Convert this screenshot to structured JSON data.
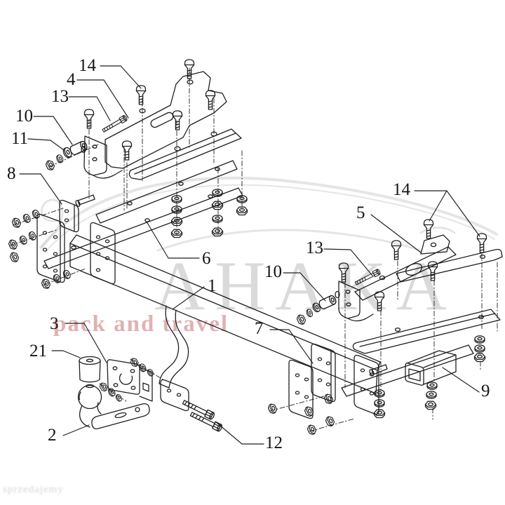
{
  "diagram": {
    "kind": "exploded-parts-technical-drawing",
    "subject": "tow bar mounting kit",
    "line_color": "#1f1f1f",
    "background": "#ffffff"
  },
  "watermarks": {
    "brand": "AHAKA",
    "brand_color": "#d4d4d4",
    "tagline": "pack and travel",
    "tagline_color": "#cf8282",
    "corner": "sprzedajemy"
  },
  "visible_part_numbers": [
    "1",
    "2",
    "3",
    "4",
    "5",
    "6",
    "7",
    "8",
    "9",
    "10",
    "11",
    "12",
    "13",
    "14",
    "21"
  ],
  "parts": [
    {
      "num": "14"
    },
    {
      "num": "4"
    },
    {
      "num": "13"
    },
    {
      "num": "10"
    },
    {
      "num": "11"
    },
    {
      "num": "8"
    },
    {
      "num": "6"
    },
    {
      "num": "1"
    },
    {
      "num": "3"
    },
    {
      "num": "21"
    },
    {
      "num": "2"
    },
    {
      "num": "14"
    },
    {
      "num": "5"
    },
    {
      "num": "13"
    },
    {
      "num": "10"
    },
    {
      "num": "7"
    },
    {
      "num": "12"
    },
    {
      "num": "9"
    }
  ]
}
